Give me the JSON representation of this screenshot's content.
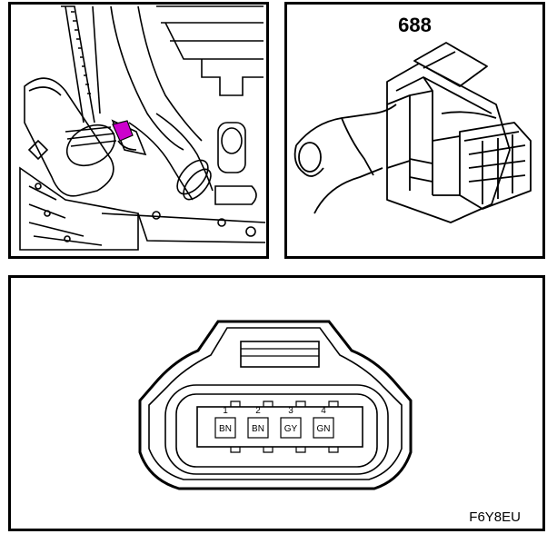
{
  "connector": {
    "number": "688",
    "pins": [
      {
        "num": "1",
        "color": "BN"
      },
      {
        "num": "2",
        "color": "BN"
      },
      {
        "num": "3",
        "color": "GY"
      },
      {
        "num": "4",
        "color": "GN"
      }
    ]
  },
  "figure_code": "F6Y8EU",
  "colors": {
    "highlight": "#cc00cc",
    "line": "#000000"
  }
}
